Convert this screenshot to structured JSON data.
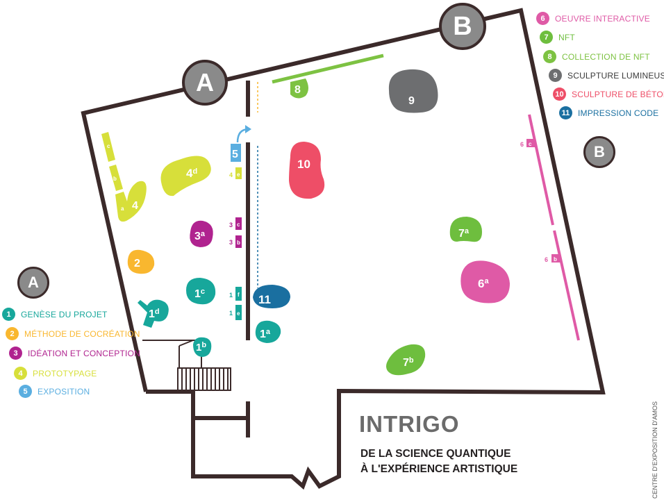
{
  "colors": {
    "wall": "#3b2a2a",
    "grey_marker": "#8a8a8a",
    "c1": "#17a79b",
    "c2": "#f9b72f",
    "c3": "#b0238f",
    "c4": "#d7df3a",
    "c5": "#5aaee0",
    "c6": "#df5aa6",
    "c7": "#6ebe3e",
    "c8": "#7dc242",
    "c9": "#6d6e70",
    "c10": "#ee4e67",
    "c11": "#1a6fa0"
  },
  "entrances": {
    "a": "A",
    "b": "B"
  },
  "legend": [
    {
      "num": "1",
      "label": "GENÈSE DU PROJET",
      "color_key": "c1"
    },
    {
      "num": "2",
      "label": "MÉTHODE DE COCRÉATION",
      "color_key": "c2"
    },
    {
      "num": "3",
      "label": "IDÉATION ET CONCEPTION",
      "color_key": "c3"
    },
    {
      "num": "4",
      "label": "PROTOTYPAGE",
      "color_key": "c4"
    },
    {
      "num": "5",
      "label": "EXPOSITION",
      "color_key": "c5"
    },
    {
      "num": "6",
      "label": "OEUVRE INTERACTIVE",
      "color_key": "c6"
    },
    {
      "num": "7",
      "label": "NFT",
      "color_key": "c7"
    },
    {
      "num": "8",
      "label": "COLLECTION DE NFT",
      "color_key": "c8"
    },
    {
      "num": "9",
      "label": "SCULPTURE LUMINEUSE",
      "color_key": "c9"
    },
    {
      "num": "10",
      "label": "SCULPTURE DE BÉTON",
      "color_key": "c10"
    },
    {
      "num": "11",
      "label": "IMPRESSION CODE",
      "color_key": "c11"
    }
  ],
  "stations": {
    "s1a": {
      "num": "1",
      "sup": "a"
    },
    "s1b": {
      "num": "1",
      "sup": "b"
    },
    "s1c": {
      "num": "1",
      "sup": "c"
    },
    "s1d": {
      "num": "1",
      "sup": "d"
    },
    "s1e": "1",
    "s1e_letter": "e",
    "s1f": "1",
    "s1f_letter": "f",
    "s2": "2",
    "s3a": {
      "num": "3",
      "sup": "a"
    },
    "s3b": "3",
    "s3b_letter": "b",
    "s3c": "3",
    "s3c_letter": "c",
    "s4": "4",
    "s4_letter": "a",
    "s4b_letter": "b",
    "s4c_letter": "c",
    "s4d": {
      "num": "4",
      "sup": "d"
    },
    "s4e": "4",
    "s4e_letter": "e",
    "s5": "5",
    "s6a": {
      "num": "6",
      "sup": "a"
    },
    "s6b": "6",
    "s6b_letter": "b",
    "s6c": "6",
    "s6c_letter": "c",
    "s7a": {
      "num": "7",
      "sup": "a"
    },
    "s7b": {
      "num": "7",
      "sup": "b"
    },
    "s8": "8",
    "s9": "9",
    "s10": "10",
    "s11": "11"
  },
  "title": "INTRIGO",
  "subtitle_line1": "DE LA SCIENCE QUANTIQUE",
  "subtitle_line2": "À L'EXPÉRIENCE ARTISTIQUE",
  "credit": "CENTRE D'EXPOSITION D'AMOS"
}
